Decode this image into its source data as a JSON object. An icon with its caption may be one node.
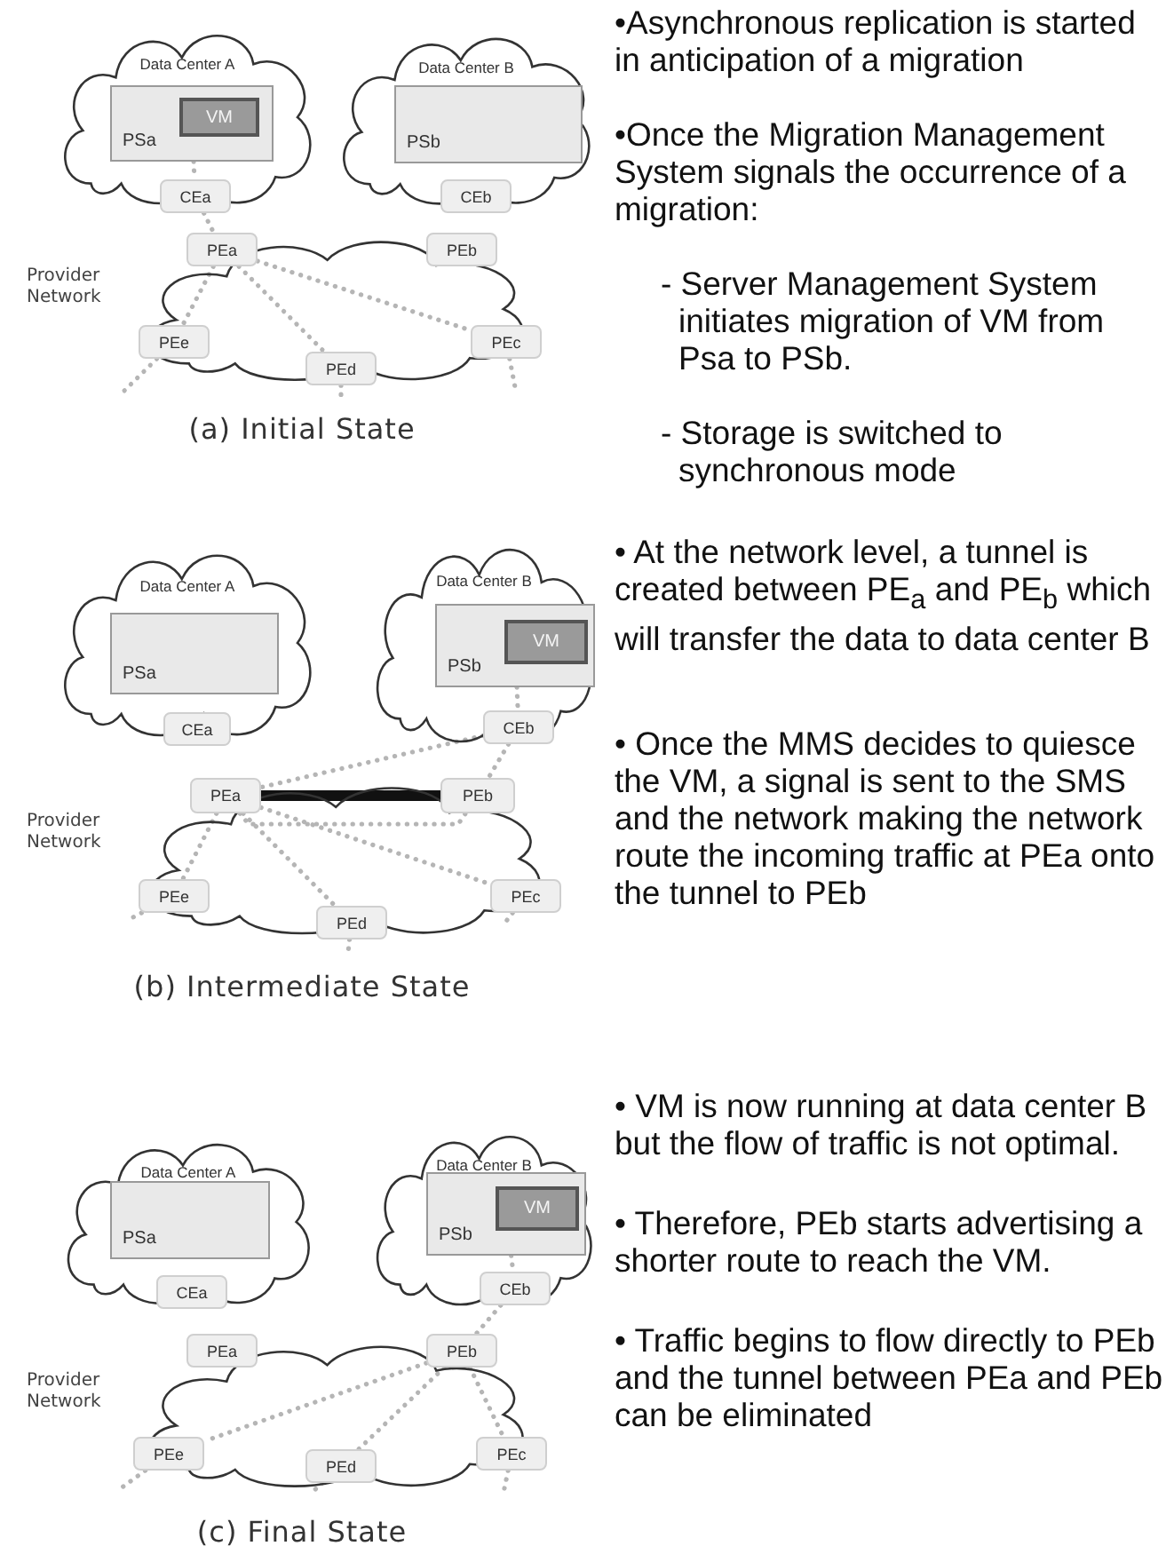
{
  "diagram": {
    "nodes": [
      {
        "text": [
          "Data Center A"
        ]
      },
      {
        "text": [
          "PSa"
        ],
        "in": 0
      },
      {
        "text": [
          "VM"
        ],
        "in": 1
      },
      {
        "text": [
          "Data Center B"
        ]
      },
      {
        "text": [
          "PSb"
        ],
        "in": 3
      },
      {
        "text": [
          "CEa"
        ],
        "in": 0
      },
      {
        "text": [
          "CEb"
        ],
        "in": 3
      },
      {
        "text": [
          "Provider Network"
        ]
      },
      {
        "text": [
          "PEa"
        ],
        "in": 7
      },
      {
        "text": [
          "PEb"
        ],
        "in": 7
      },
      {
        "text": [
          "PEe"
        ],
        "in": 7
      },
      {
        "text": [
          "PEd"
        ],
        "in": 7
      },
      {
        "text": [
          "PEc"
        ],
        "in": 7
      },
      {
        "text": [
          "Data Center A"
        ]
      },
      {
        "text": [
          "PSa"
        ],
        "in": 13
      },
      {
        "text": [
          "Data Center B"
        ]
      },
      {
        "text": [
          "PSb"
        ],
        "in": 15
      },
      {
        "text": [
          "VM"
        ],
        "in": 16
      },
      {
        "text": [
          "CEa"
        ],
        "in": 13
      },
      {
        "text": [
          "CEb"
        ],
        "in": 15
      },
      {
        "text": [
          "Provider Network"
        ]
      },
      {
        "text": [
          "PEa"
        ],
        "in": 20
      },
      {
        "text": [
          "PEb"
        ],
        "in": 20
      },
      {
        "text": [
          "PEe"
        ],
        "in": 20
      },
      {
        "text": [
          "PEd"
        ],
        "in": 20
      },
      {
        "text": [
          "PEc"
        ],
        "in": 20
      },
      {
        "text": [
          "Data Center A"
        ]
      },
      {
        "text": [
          "PSa"
        ],
        "in": 26
      },
      {
        "text": [
          "Data Center B"
        ]
      },
      {
        "text": [
          "PSb"
        ],
        "in": 28
      },
      {
        "text": [
          "VM"
        ],
        "in": 29
      },
      {
        "text": [
          "CEa"
        ],
        "in": 26
      },
      {
        "text": [
          "CEb"
        ],
        "in": 28
      },
      {
        "text": [
          "Provider Network"
        ]
      },
      {
        "text": [
          "PEa"
        ],
        "in": 33
      },
      {
        "text": [
          "PEb"
        ],
        "in": 33
      },
      {
        "text": [
          "PEe"
        ],
        "in": 33
      },
      {
        "text": [
          "PEd"
        ],
        "in": 33
      },
      {
        "text": [
          "PEc"
        ],
        "in": 33
      }
    ],
    "edges": [
      {
        "from": 1,
        "to": 5,
        "arrow": "none",
        "style": "dashed"
      },
      {
        "from": 5,
        "to": 8,
        "arrow": "none",
        "style": "dashed"
      },
      {
        "from": 8,
        "to": 10,
        "arrow": "none",
        "style": "dashed"
      },
      {
        "from": 8,
        "to": 11,
        "arrow": "none",
        "style": "dashed"
      },
      {
        "from": 8,
        "to": 12,
        "arrow": "none",
        "style": "dashed"
      },
      {
        "from": 10,
        "to": null,
        "arrow": "none",
        "style": "dashed"
      },
      {
        "from": 11,
        "to": null,
        "arrow": "none",
        "style": "dashed"
      },
      {
        "from": 12,
        "to": null,
        "arrow": "none",
        "style": "dashed"
      },
      {
        "from": 16,
        "to": 19,
        "arrow": "none",
        "style": "dashed"
      },
      {
        "from": 19,
        "to": 21,
        "arrow": "none",
        "style": "dashed"
      },
      {
        "from": 19,
        "to": 22,
        "arrow": "none",
        "style": "dashed"
      },
      {
        "from": 21,
        "to": 22,
        "arrow": "none",
        "style": "thick",
        "color": "#111111"
      },
      {
        "from": 21,
        "to": 22,
        "arrow": "none",
        "style": "dashed"
      },
      {
        "from": 21,
        "to": 23,
        "arrow": "none",
        "style": "dashed"
      },
      {
        "from": 21,
        "to": 24,
        "arrow": "none",
        "style": "dashed"
      },
      {
        "from": 21,
        "to": 25,
        "arrow": "none",
        "style": "dashed"
      },
      {
        "from": 23,
        "to": null,
        "arrow": "none",
        "style": "dashed"
      },
      {
        "from": 24,
        "to": null,
        "arrow": "none",
        "style": "dashed"
      },
      {
        "from": 25,
        "to": null,
        "arrow": "none",
        "style": "dashed"
      },
      {
        "from": 29,
        "to": 32,
        "arrow": "none",
        "style": "dashed"
      },
      {
        "from": 32,
        "to": 35,
        "arrow": "none",
        "style": "dashed"
      },
      {
        "from": 35,
        "to": 36,
        "arrow": "none",
        "style": "dashed"
      },
      {
        "from": 35,
        "to": 37,
        "arrow": "none",
        "style": "dashed"
      },
      {
        "from": 35,
        "to": 38,
        "arrow": "none",
        "style": "dashed"
      },
      {
        "from": 36,
        "to": null,
        "arrow": "none",
        "style": "dashed"
      },
      {
        "from": 37,
        "to": null,
        "arrow": "none",
        "style": "dashed"
      },
      {
        "from": 38,
        "to": null,
        "arrow": "none",
        "style": "dashed"
      }
    ],
    "labels": [
      "•Asynchronous replication is started in anticipation of a migration",
      "•Once the Migration Management System signals the occurrence of a migration:",
      "- Server Management System initiates migration of VM from Psa to PSb.",
      "- Storage is switched to synchronous mode",
      "(a) Initial State",
      "• At the network level, a tunnel is created between PE$_{a}$ and PE$_{b}$ which will transfer the data to data center B",
      "• Once the MMS decides to quiesce the VM, a signal is sent to the SMS and the network making the network route the incoming traffic at PEa onto the tunnel to PEb",
      "(b) Intermediate State",
      "• VM is now running at data center B but the flow of traffic is not optimal.",
      "• Therefore, PEb starts advertising a shorter route to reach the VM.",
      "• Traffic begins to flow directly to PEb and the tunnel between PEa and PEb can be eliminated",
      "(c) Final State"
    ]
  }
}
